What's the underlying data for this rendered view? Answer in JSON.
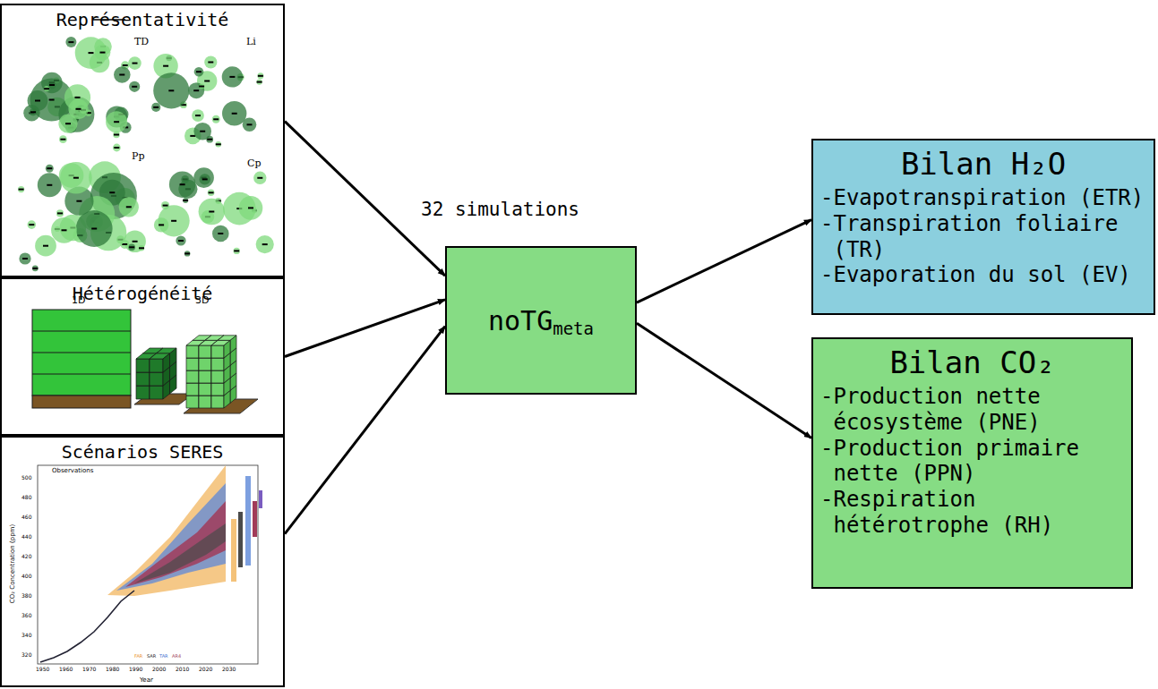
{
  "diagram": {
    "nodes": [
      {
        "text": [
          "Représentativité"
        ]
      },
      {
        "text": [
          "Hétérogénéité"
        ]
      },
      {
        "text": [
          "Scénarios SERES"
        ]
      },
      {
        "text": [
          "noTG",
          "meta"
        ]
      },
      {
        "text": [
          "Bilan H₂O",
          "-Evapotranspiration (ETR)",
          "-Transpiration foliaire (TR)",
          "-Evaporation du sol (EV)"
        ]
      },
      {
        "text": [
          "Bilan CO₂",
          "-Production nette écosystème (PNE)",
          "-Production primaire nette (PPN)",
          "-Respiration hétérotrophe (RH)"
        ]
      }
    ],
    "edges": [
      {
        "from": 0,
        "to": 3,
        "arrow": "to"
      },
      {
        "from": 1,
        "to": 3,
        "arrow": "to"
      },
      {
        "from": 2,
        "to": 3,
        "arrow": "to"
      },
      {
        "from": 3,
        "to": 4,
        "arrow": "to"
      },
      {
        "from": 3,
        "to": 5,
        "arrow": "to"
      }
    ],
    "labels": [
      "32 simulations",
      "TD",
      "Li",
      "Pp",
      "Cp",
      "1D",
      "3D",
      "Observations",
      "CO₂ Concentration (ppm)",
      "Year",
      "320",
      "340",
      "360",
      "380",
      "400",
      "420",
      "440",
      "460",
      "480",
      "500",
      "1950",
      "1960",
      "1970",
      "1980",
      "1990",
      "2000",
      "2010",
      "2020",
      "2030",
      "FAR",
      "SAR",
      "TAR",
      "AR4"
    ]
  }
}
